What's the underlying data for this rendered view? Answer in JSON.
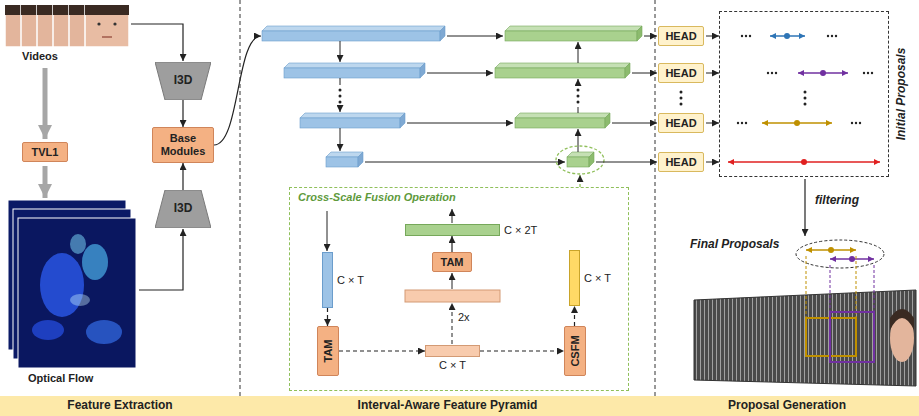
{
  "diagram": {
    "nodes": [
      {
        "text": [
          "TVL1"
        ]
      },
      {
        "text": [
          "I3D"
        ]
      },
      {
        "text": [
          "Base Modules"
        ]
      },
      {
        "text": [
          "I3D"
        ]
      },
      {
        "text": [
          "Cross-Scale Fusion Operation"
        ]
      },
      {
        "text": [
          "C × 2T"
        ],
        "in": 4
      },
      {
        "text": [
          "TAM"
        ],
        "in": 4
      },
      {
        "text": [
          "C × T"
        ],
        "in": 4
      },
      {
        "text": [
          "C × T"
        ],
        "in": 4
      },
      {
        "text": [
          "TAM"
        ],
        "in": 4
      },
      {
        "text": [
          "C × T"
        ],
        "in": 4
      },
      {
        "text": [
          "CSFM"
        ],
        "in": 4
      },
      {
        "text": [
          "HEAD"
        ]
      },
      {
        "text": [
          "HEAD"
        ]
      },
      {
        "text": [
          "HEAD"
        ]
      },
      {
        "text": [
          "HEAD"
        ]
      },
      {
        "text": [
          "Initial Proposals"
        ]
      },
      {
        "text": [
          "Feature Extraction"
        ]
      },
      {
        "text": [
          "Interval-Aware Feature Pyramid"
        ]
      },
      {
        "text": [
          "Proposal Generation"
        ]
      }
    ],
    "edges": [
      {
        "from": 1,
        "to": 2,
        "arrow": "to"
      },
      {
        "from": 3,
        "to": 2,
        "arrow": "to"
      },
      {
        "from": 6,
        "to": 5,
        "arrow": "to"
      },
      {
        "from": 7,
        "to": 9,
        "arrow": "to"
      },
      {
        "from": 9,
        "to": 10,
        "arrow": "to"
      },
      {
        "from": 10,
        "to": 11,
        "arrow": "to"
      },
      {
        "from": 11,
        "to": 8,
        "arrow": "to"
      }
    ],
    "labels": [
      "Videos",
      "Optical Flow",
      "2x",
      "filtering",
      "Final Proposals"
    ]
  }
}
